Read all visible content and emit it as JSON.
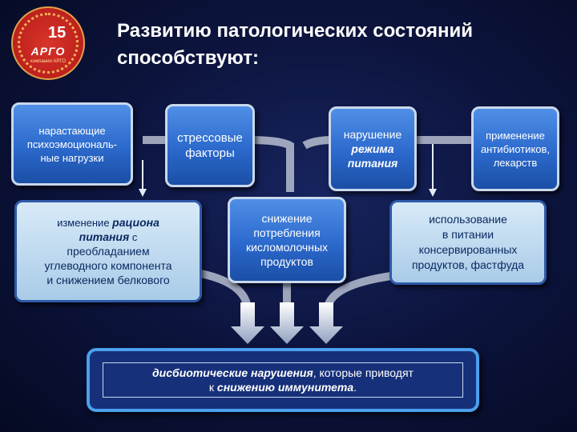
{
  "logo": {
    "brand": "АРГО",
    "number": "15",
    "tagline": "компания АРГО"
  },
  "title": {
    "line1": "Развитию патологических состояний",
    "line2": "способствуют:"
  },
  "factors": {
    "f1": {
      "line1": "нарастающие",
      "line2": "психоэмоциональ-",
      "line3": "ные нагрузки"
    },
    "f2": {
      "line1": "стрессовые",
      "line2": "факторы"
    },
    "f3": {
      "line1": "нарушение",
      "line2": "режима",
      "line3": "питания"
    },
    "f4": {
      "line1": "применение",
      "line2": "антибиотиков,",
      "line3": "лекарств"
    },
    "f5": {
      "p1": "изменение ",
      "p1b": "рациона",
      "line2b": "питания",
      "line2": " с",
      "line3": "преобладанием",
      "line4": "углеводного компонента",
      "line5": "и снижением белкового"
    },
    "f6": {
      "line1": "снижение",
      "line2": "потребления",
      "line3": "кисломолочных",
      "line4": "продуктов"
    },
    "f7": {
      "line1": "использование",
      "line2": "в питании",
      "line3": "консервированных",
      "line4": "продуктов, фастфуда"
    }
  },
  "result": {
    "part1": "дисбиотические нарушения",
    "part2": ", которые приводят",
    "part3": "к ",
    "part4": "снижению иммунитета",
    "part5": "."
  },
  "colors": {
    "accent": "#4aa0ee",
    "dark_box": "#2b69cc",
    "light_box": "#a9cbe8"
  }
}
